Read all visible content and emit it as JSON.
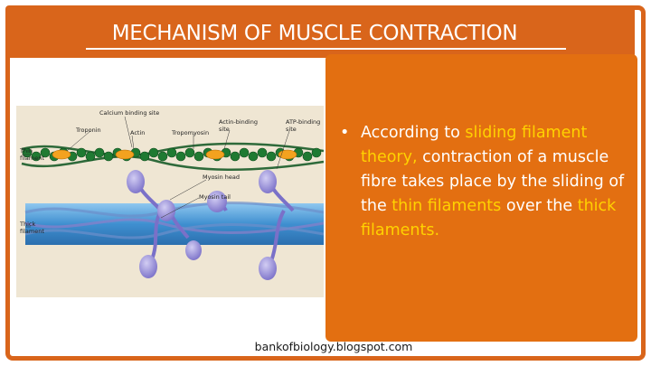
{
  "slide": {
    "title": "MECHANISM OF MUSCLE CONTRACTION",
    "credit": "bankofbiology.blogspot.com",
    "colors": {
      "frame": "#d9651b",
      "panel": "#e36f11",
      "highlight": "#ffd200",
      "text": "#ffffff"
    }
  },
  "bullet": {
    "marker": "•",
    "parts": [
      "According to ",
      "sliding filament theory,",
      " contraction of a muscle fibre takes place by the sliding of the ",
      "thin filaments",
      " over the ",
      "thick filaments."
    ]
  },
  "diagram": {
    "labels": {
      "calcium_binding_site": "Calcium binding site",
      "troponin": "Troponin",
      "actin": "Actin",
      "tropomyosin": "Tropomyosin",
      "actin_binding_site": "Actin-binding\nsite",
      "atp_binding_site": "ATP-binding\nsite",
      "thin_filament": "Thin\nfilament",
      "myosin_head": "Myosin head",
      "myosin_tail": "Myosin tail",
      "thick_filament": "Thick\nfilament"
    }
  }
}
